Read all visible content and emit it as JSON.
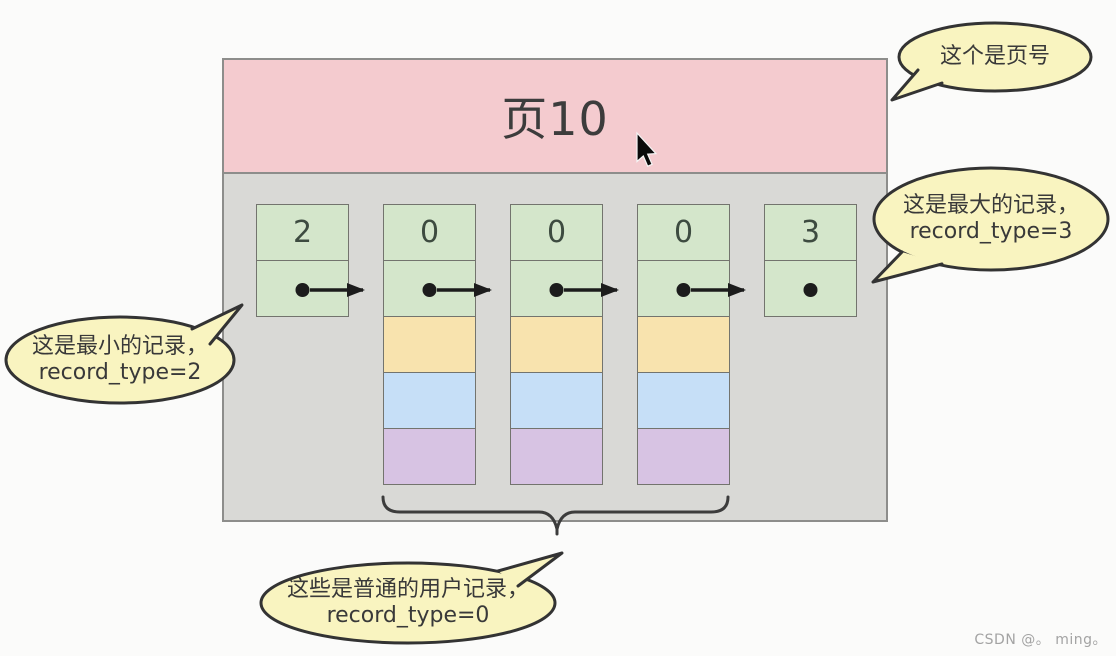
{
  "page": {
    "title": "页10",
    "records": [
      {
        "record_type": "2"
      },
      {
        "record_type": "0"
      },
      {
        "record_type": "0"
      },
      {
        "record_type": "0"
      },
      {
        "record_type": "3"
      }
    ]
  },
  "callouts": {
    "page_no": {
      "text": "这个是页号"
    },
    "max_record": {
      "line1": "这是最大的记录，",
      "line2": "record_type=3"
    },
    "min_record": {
      "line1": "这是最小的记录，",
      "line2": "record_type=2"
    },
    "user_records": {
      "line1": "这些是普通的用户记录，",
      "line2": "record_type=0"
    }
  },
  "watermark": "CSDN @。 ming。",
  "colors": {
    "page_header_pink": "#f4cbcf",
    "page_body_gray": "#d9d9d6",
    "record_green": "#d4e6cb",
    "user_segment_orange": "#f8e3ae",
    "user_segment_blue": "#c6dff7",
    "user_segment_purple": "#d7c3e3",
    "callout_yellow": "#f9f4c0",
    "outline_dark": "#333333",
    "arrow_black": "#1c1c1c"
  }
}
